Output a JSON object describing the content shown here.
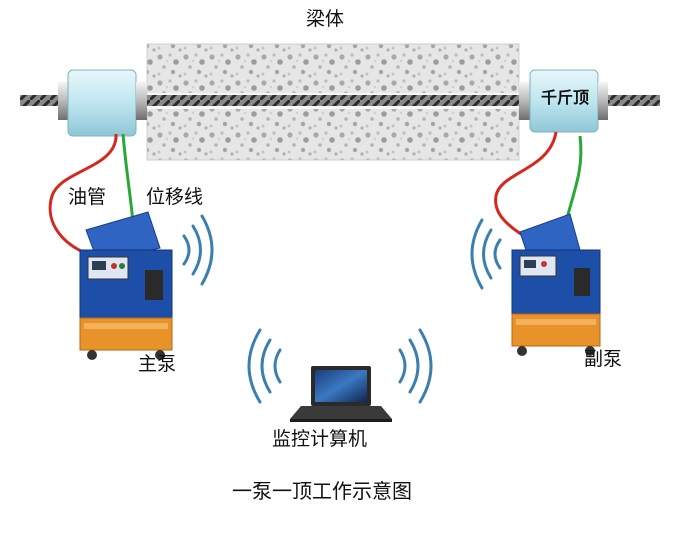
{
  "labels": {
    "beam": "梁体",
    "jack": "千斤顶",
    "oil_hose": "油管",
    "displacement_wire": "位移线",
    "main_pump": "主泵",
    "aux_pump": "副泵",
    "monitor_computer": "监控计算机",
    "title": "一泵一顶工作示意图"
  },
  "colors": {
    "oil_hose": "#d8261e",
    "displacement_wire": "#2aa836",
    "jack_body": "#bfe6ef",
    "pump_blue": "#1d4fa8",
    "pump_orange": "#e8922a",
    "signal": "#3a7fb0"
  },
  "icons": [
    "wireless-signal-icon",
    "laptop-icon",
    "hydraulic-pump-icon",
    "jack-icon"
  ]
}
